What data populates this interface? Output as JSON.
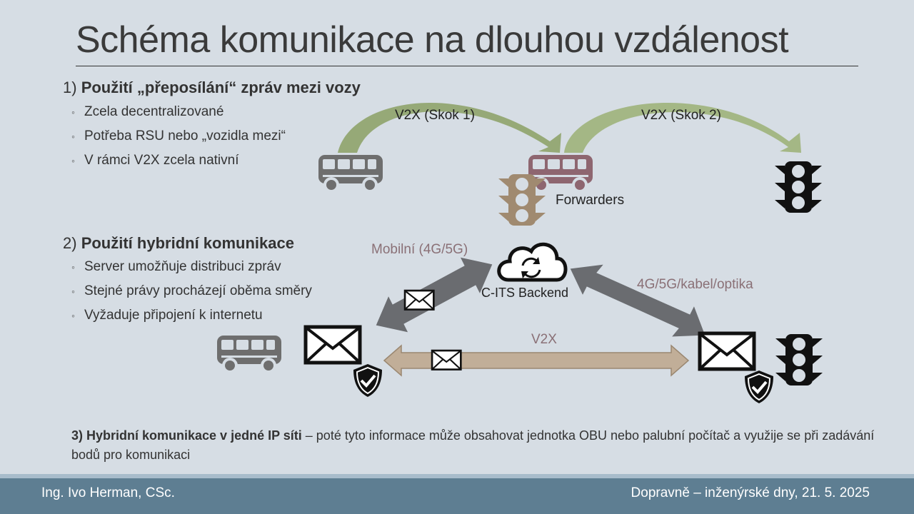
{
  "title": "Schéma komunikace na dlouhou vzdálenost",
  "section1": {
    "number": "1)",
    "heading": "Použití „přeposílání“ zpráv mezi vozy",
    "bullets": [
      "Zcela decentralizované",
      "Potřeba RSU nebo „vozidla mezi“",
      "V rámci V2X zcela nativní"
    ]
  },
  "section2": {
    "number": "2)",
    "heading": "Použití hybridní komunikace",
    "bullets": [
      "Server umožňuje distribuci zpráv",
      "Stejné právy procházejí oběma směry",
      "Vyžaduje připojení k internetu"
    ]
  },
  "section3": {
    "heading": "3) Hybridní komunikace v jedné IP síti",
    "text": " – poté tyto informace může obsahovat jednotka OBU nebo palubní počítač a využije se při zadávání bodů pro komunikaci"
  },
  "diagram": {
    "hop1_label": "V2X (Skok 1)",
    "hop2_label": "V2X (Skok 2)",
    "forwarders_label": "Forwarders",
    "mobile_label": "Mobilní (4G/5G)",
    "backend_label": "C-ITS Backend",
    "wired_label": "4G/5G/kabel/optika",
    "v2x_label": "V2X"
  },
  "colors": {
    "green_arrow": "#8fa36a",
    "bus_gray": "#6e6e6e",
    "forwarder_mauve": "#8e6670",
    "tan_arrow": "#c1ae98",
    "footer_bg": "#5e7e92"
  },
  "icons": [
    "bus-icon",
    "traffic-light-icon",
    "cloud-sync-icon",
    "envelope-icon",
    "shield-check-icon"
  ],
  "footer": {
    "author": "Ing. Ivo Herman, CSc.",
    "event": "Dopravně – inženýrské dny, 21. 5. 2025"
  }
}
